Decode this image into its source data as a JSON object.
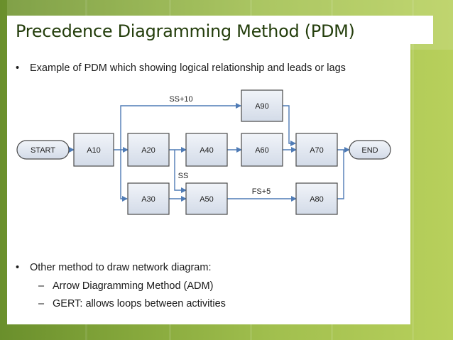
{
  "slide": {
    "title": "Precedence Diagramming Method (PDM)",
    "bullet1": "Example of PDM which showing logical relationship and leads or lags",
    "bullet2": "Other method to draw network diagram:",
    "sub_items": [
      "Arrow Diagramming Method (ADM)",
      "GERT: allows loops between activities"
    ],
    "bullet_symbol": "•",
    "dash_symbol": "–"
  },
  "diagram": {
    "nodes": {
      "start": "START",
      "end": "END",
      "a10": "A10",
      "a20": "A20",
      "a30": "A30",
      "a40": "A40",
      "a50": "A50",
      "a60": "A60",
      "a70": "A70",
      "a80": "A80",
      "a90": "A90"
    },
    "labels": {
      "ss10": "SS+10",
      "ss": "SS",
      "fs5": "FS+5"
    }
  },
  "colors": {
    "accent_green": "#86a83c",
    "title_color": "#243e0c",
    "node_fill": "#dde4ef",
    "arrow_color": "#4f7bb5"
  }
}
